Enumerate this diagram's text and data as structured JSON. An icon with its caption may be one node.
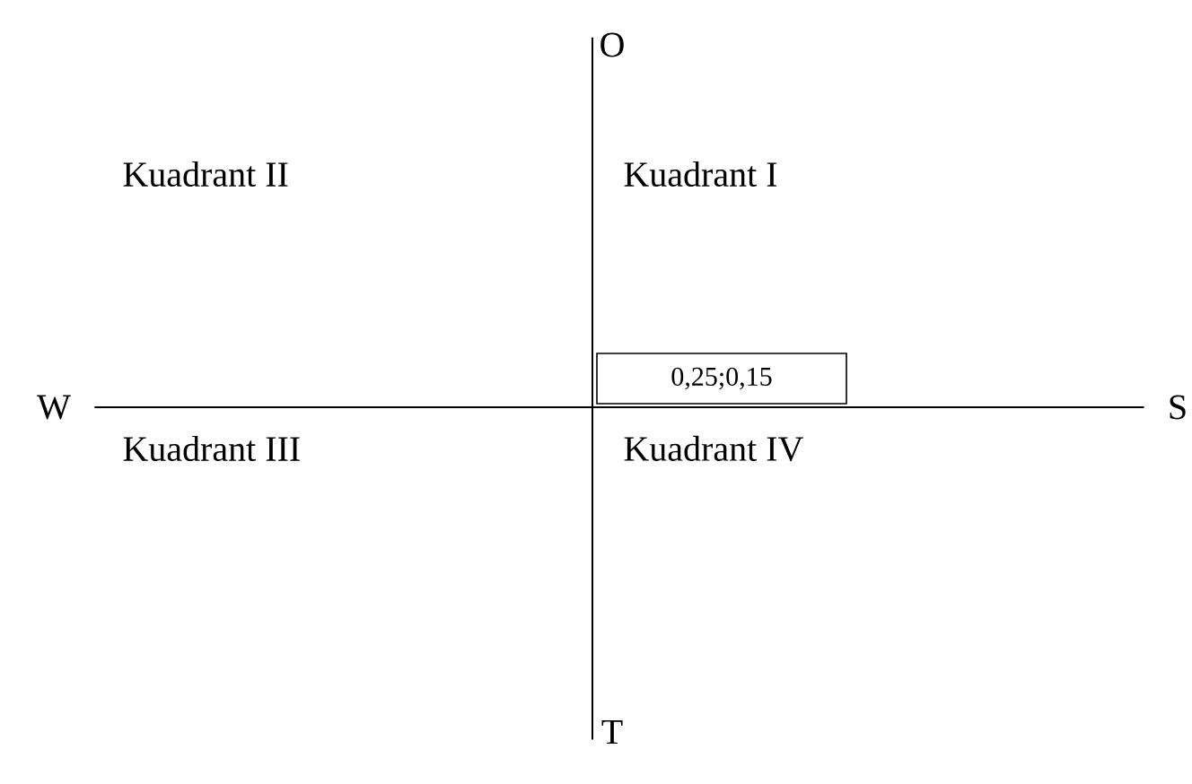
{
  "diagram": {
    "nodes": [
      {
        "text": [
          "O"
        ]
      },
      {
        "text": [
          "W"
        ]
      },
      {
        "text": [
          "0,25;0,15"
        ]
      },
      {
        "text": [
          "S"
        ]
      },
      {
        "text": [
          "T"
        ]
      }
    ],
    "edges": [
      {
        "from": 0,
        "to": 4,
        "arrow": "none"
      },
      {
        "from": 1,
        "to": 3,
        "arrow": "none"
      }
    ],
    "labels": [
      "Kuadrant II",
      "Kuadrant I",
      "Kuadrant III",
      "Kuadrant IV"
    ]
  }
}
